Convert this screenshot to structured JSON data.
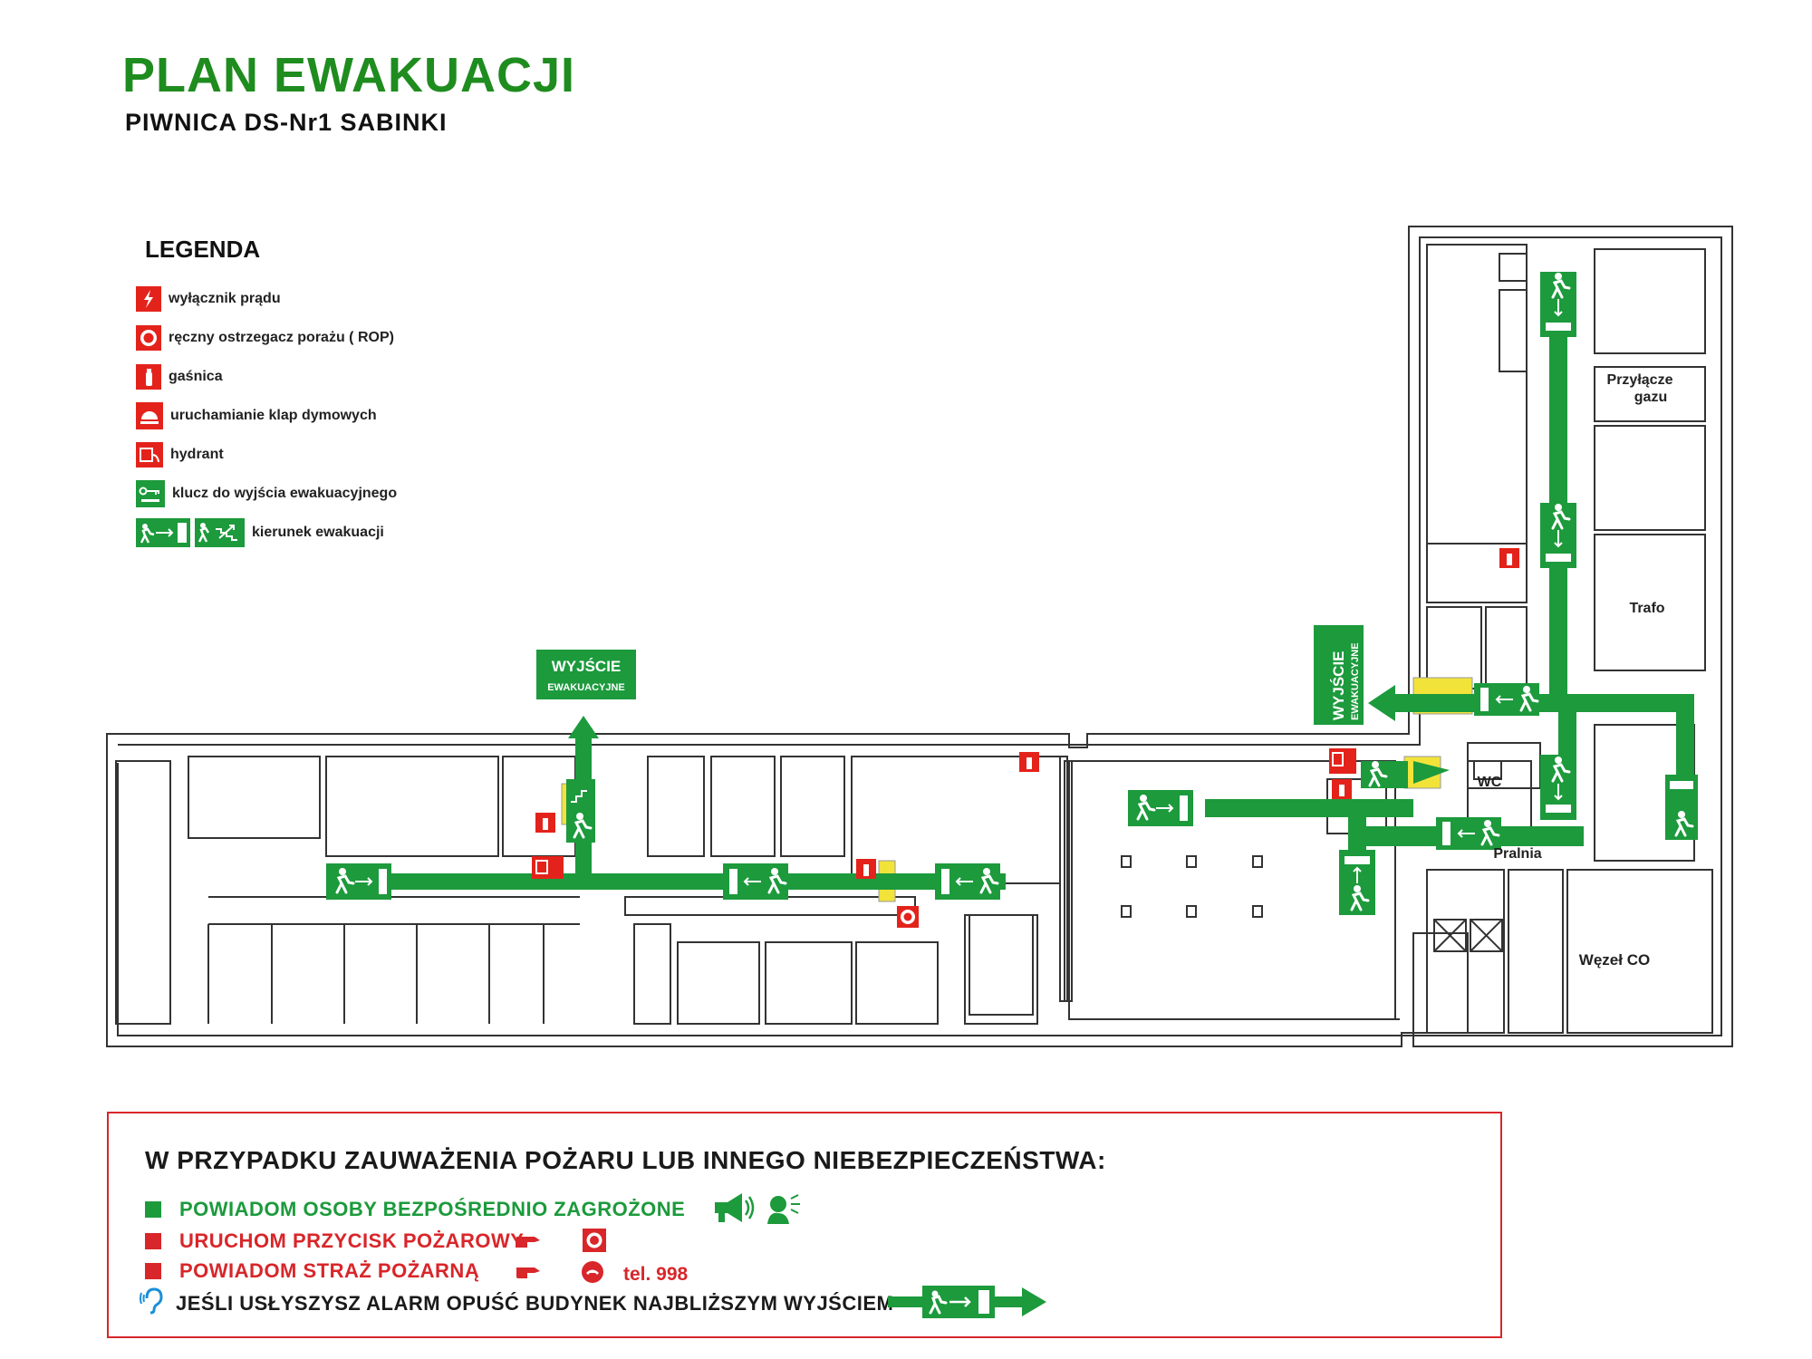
{
  "header": {
    "title": "PLAN EWAKUACJI",
    "subtitle": "PIWNICA  DS-Nr1 SABINKI"
  },
  "legend": {
    "title": "LEGENDA",
    "items": [
      {
        "label": "wyłącznik prądu",
        "icon": "power-switch-icon",
        "color": "#e3231b"
      },
      {
        "label": "ręczny  ostrzegacz porażu ( ROP)",
        "icon": "manual-call-point-icon",
        "color": "#e3231b"
      },
      {
        "label": "gaśnica",
        "icon": "fire-extinguisher-icon",
        "color": "#e3231b"
      },
      {
        "label": "uruchamianie klap dymowych",
        "icon": "smoke-vent-control-icon",
        "color": "#e3231b"
      },
      {
        "label": "hydrant",
        "icon": "hydrant-icon",
        "color": "#e3231b"
      },
      {
        "label": "klucz  do wyjścia ewakuacyjnego",
        "icon": "exit-key-icon",
        "color": "#1c9a3c"
      },
      {
        "label": "kierunek ewakuacji",
        "icon": "evacuation-direction-icon",
        "color": "#1c9a3c"
      }
    ]
  },
  "plan": {
    "exit_main": {
      "line1": "WYJŚCIE",
      "line2": "EWAKUACYJNE"
    },
    "exit_side": {
      "line1": "WYJŚCIE",
      "line2": "EWAKUACYJNE"
    },
    "rooms": {
      "gas": {
        "line1": "Przyłącze",
        "line2": "gazu"
      },
      "trafo": "Trafo",
      "wc": "WC",
      "laundry": "Pralnia",
      "heating": "Węzeł CO"
    }
  },
  "instructions": {
    "heading": "W PRZYPADKU ZAUWAŻENIA  POŻARU LUB INNEGO NIEBEZPIECZEŃSTWA:",
    "steps": [
      {
        "text": "POWIADOM OSOBY  BEZPOŚREDNIO  ZAGROŻONE",
        "color": "#1c9a3c",
        "icon": "megaphone-icon"
      },
      {
        "text": "URUCHOM PRZYCISK POŻAROWY",
        "color": "#d8262a",
        "icon": "manual-call-point-icon"
      },
      {
        "text": "POWIADOM STRAŻ POŻARNĄ",
        "color": "#d8262a",
        "icon": "phone-icon"
      },
      {
        "text": "JEŚLI  USŁYSZYSZ ALARM OPUŚĆ BUDYNEK  NAJBLIŻSZYM WYJŚCIEM",
        "color": "#1a1a1a",
        "icon": "hearing-icon"
      }
    ],
    "phone": "tel. 998"
  },
  "colors": {
    "evacuation_green": "#1c9a3c",
    "title_green": "#1e8c1e",
    "safety_red": "#e3231b",
    "stairs_yellow": "#f2e33a"
  }
}
